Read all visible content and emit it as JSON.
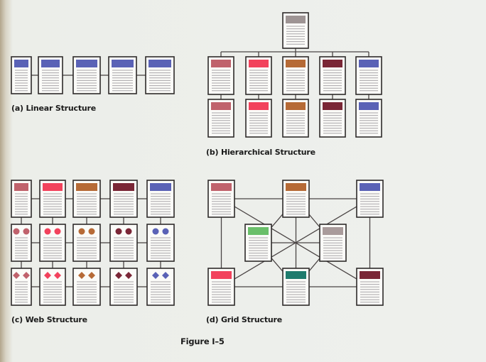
{
  "labels": {
    "linear": "(a) Linear Structure",
    "hierarchical": "(b) Hierarchical Structure",
    "web": "(c) Web Structure",
    "grid": "(d) Grid Structure",
    "figure": "Figure I–5"
  },
  "colors": {
    "blue": "#5a62b6",
    "rose": "#c0626c",
    "red": "#f2425c",
    "orange": "#b66a36",
    "maroon": "#7a2636",
    "green": "#6abf6a",
    "gray": "#a99b9b",
    "teal": "#1e7b6d",
    "header_gray": "#9e9494",
    "line": "#4a4444"
  }
}
